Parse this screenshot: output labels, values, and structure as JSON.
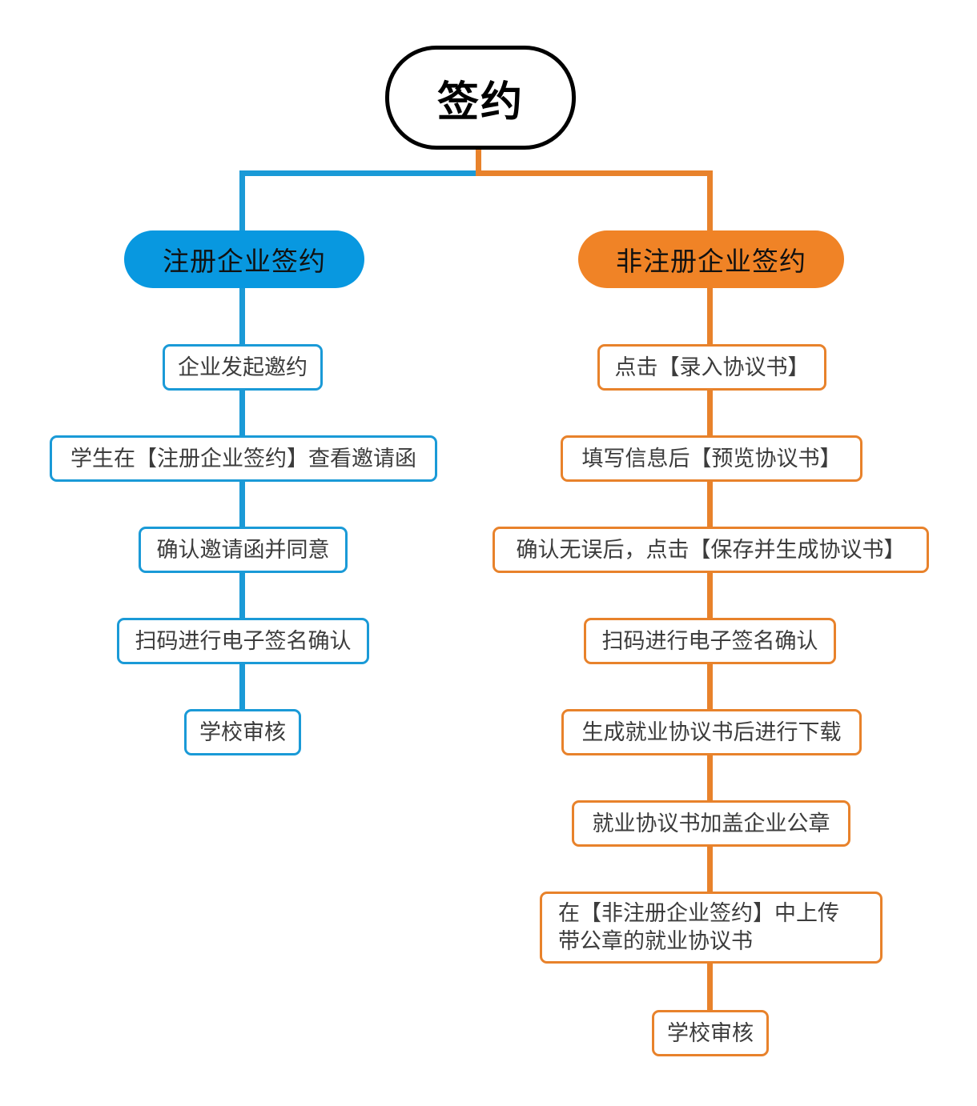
{
  "diagram": {
    "title": "签约",
    "colors": {
      "blue_line": "#1a9ad7",
      "orange_line": "#e8822b",
      "blue_fill": "#0898e0",
      "orange_fill": "#f08326",
      "root_border": "#000000",
      "text": "#3c3c3c",
      "background": "#ffffff"
    },
    "root": {
      "label": "签约"
    },
    "branches": [
      {
        "id": "registered",
        "header": "注册企业签约",
        "color": "#0898e0",
        "steps": [
          "企业发起邀约",
          "学生在【注册企业签约】查看邀请函",
          "确认邀请函并同意",
          "扫码进行电子签名确认",
          "学校审核"
        ]
      },
      {
        "id": "non-registered",
        "header": "非注册企业签约",
        "color": "#f08326",
        "steps": [
          "点击【录入协议书】",
          "填写信息后【预览协议书】",
          "确认无误后，点击【保存并生成协议书】",
          "扫码进行电子签名确认",
          "生成就业协议书后进行下载",
          "就业协议书加盖企业公章",
          "在【非注册企业签约】中上传\n带公章的就业协议书",
          "学校审核"
        ]
      }
    ]
  }
}
